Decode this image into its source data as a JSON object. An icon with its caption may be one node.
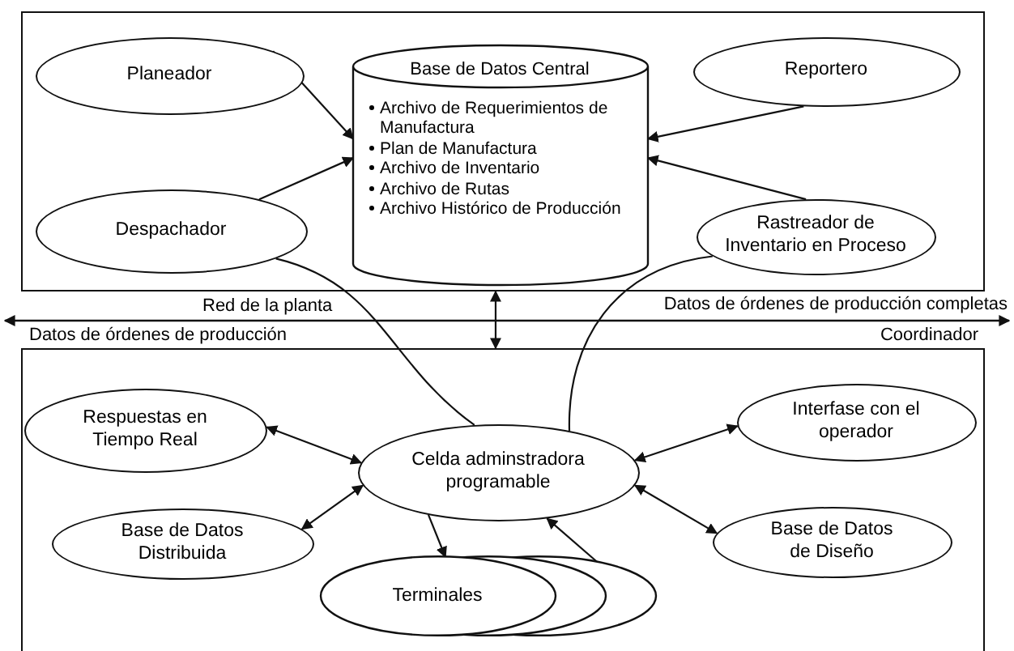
{
  "diagram": {
    "nodes": [
      {
        "text": [],
        "shape": "box"
      },
      {
        "text": [
          "Planeador"
        ],
        "in": 0
      },
      {
        "text": [
          "Base de Datos Central",
          "Archivo de Requerimientos de Manufactura",
          "Plan de Manufactura",
          "Archivo de Inventario",
          "Archivo de Rutas",
          "Archivo Histórico de Producción"
        ],
        "in": 0
      },
      {
        "text": [
          "Reportero"
        ],
        "in": 0
      },
      {
        "text": [
          "Despachador"
        ],
        "in": 0
      },
      {
        "text": [
          "Rastreador de Inventario en Proceso"
        ],
        "in": 0
      },
      {
        "text": [],
        "shape": "box"
      },
      {
        "text": [
          "Respuestas en Tiempo Real"
        ],
        "in": 6
      },
      {
        "text": [
          "Celda adminstradora programable"
        ],
        "in": 6
      },
      {
        "text": [
          "Interfase con el operador"
        ],
        "in": 6
      },
      {
        "text": [
          "Base de Datos Distribuida"
        ],
        "in": 6
      },
      {
        "text": [
          "Base de Datos de Diseño"
        ],
        "in": 6
      },
      {
        "text": [
          "Terminales"
        ],
        "in": 6
      }
    ],
    "edges": [
      {
        "from": 1,
        "to": 2,
        "arrow": "to"
      },
      {
        "from": 4,
        "to": 2,
        "arrow": "to"
      },
      {
        "from": 3,
        "to": 2,
        "arrow": "to"
      },
      {
        "from": 5,
        "to": 2,
        "arrow": "to"
      },
      {
        "from": 0,
        "to": 6,
        "arrow": "both"
      },
      {
        "from": 4,
        "to": 8,
        "arrow": "none"
      },
      {
        "from": 5,
        "to": 8,
        "arrow": "none"
      },
      {
        "from": 8,
        "to": 7,
        "arrow": "both"
      },
      {
        "from": 8,
        "to": 10,
        "arrow": "both"
      },
      {
        "from": 8,
        "to": 9,
        "arrow": "both"
      },
      {
        "from": 8,
        "to": 11,
        "arrow": "both"
      },
      {
        "from": 8,
        "to": 12,
        "arrow": "to"
      },
      {
        "from": 12,
        "to": 8,
        "arrow": "to"
      }
    ],
    "labels": [
      "Red de la planta",
      "Datos de órdenes de producción completas",
      "Datos de órdenes de producción",
      "Coordinador"
    ]
  }
}
